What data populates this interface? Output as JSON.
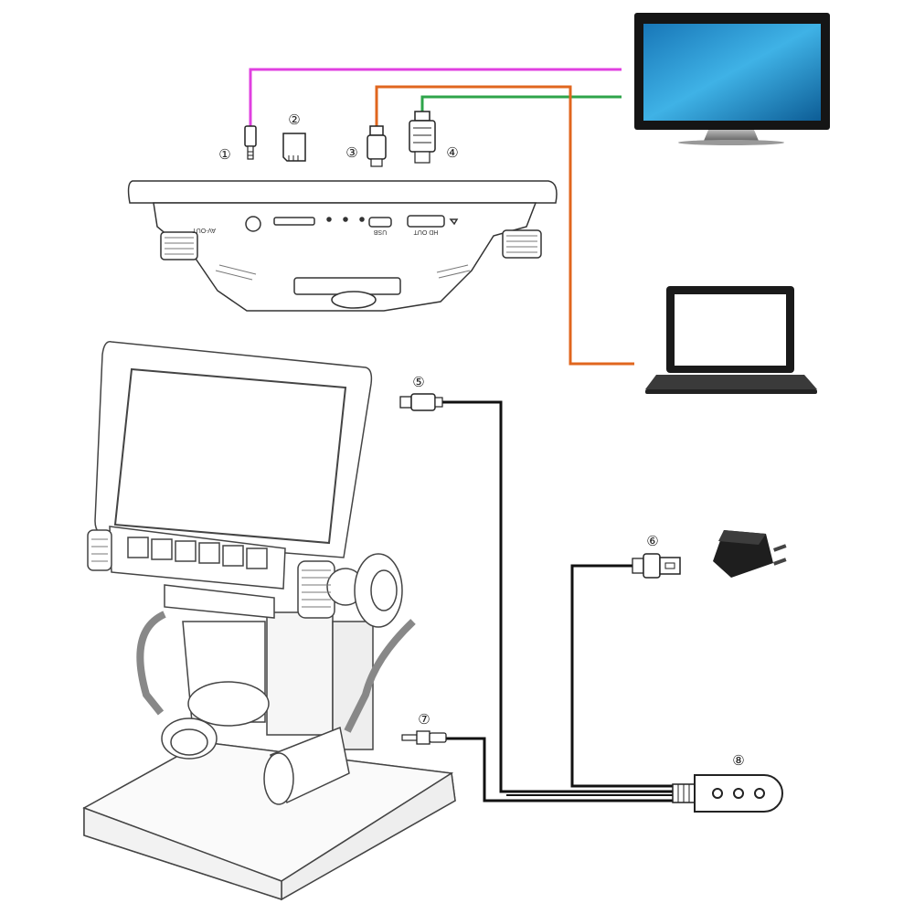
{
  "port_labels": {
    "av_out": "AV-OUT",
    "usb": "USB",
    "hd_out": "HD OUT"
  },
  "callouts": [
    "①",
    "②",
    "③",
    "④",
    "⑤",
    "⑥",
    "⑦",
    "⑧"
  ],
  "icons": {
    "tv": "monitor-icon",
    "laptop": "laptop-icon",
    "adapter": "power-adapter-icon",
    "microscope": "digital-microscope-icon",
    "switch_box": "led-control-box-icon"
  },
  "colors": {
    "av_cable": "#e040e0",
    "usb_cable": "#e0661e",
    "hdmi_cable": "#2ea44a",
    "power_cable": "#111111",
    "screen_blue": "#1f8fd0"
  }
}
